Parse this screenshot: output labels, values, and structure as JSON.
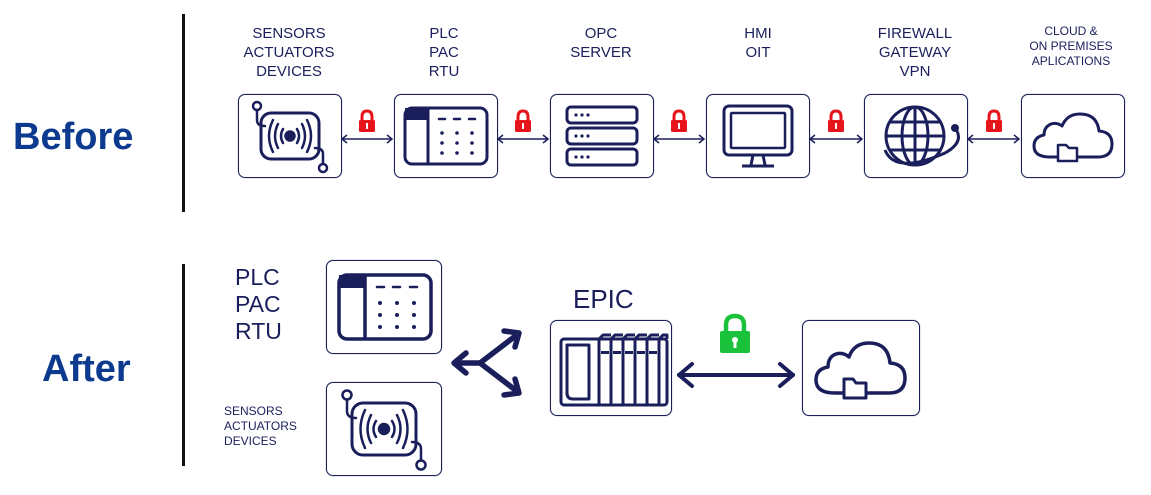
{
  "colors": {
    "navy": "#1a1f5c",
    "blue_label": "#0b3a8f",
    "lock_red": "#e8141c",
    "lock_green": "#19c23a"
  },
  "before": {
    "label": "Before",
    "columns": [
      {
        "lines": [
          "SENSORS",
          "ACTUATORS",
          "DEVICES"
        ],
        "icon": "sensor-icon"
      },
      {
        "lines": [
          "PLC",
          "PAC",
          "RTU"
        ],
        "icon": "plc-icon"
      },
      {
        "lines": [
          "OPC",
          "SERVER"
        ],
        "icon": "server-icon"
      },
      {
        "lines": [
          "HMI",
          "OIT"
        ],
        "icon": "monitor-icon"
      },
      {
        "lines": [
          "FIREWALL",
          "GATEWAY",
          "VPN"
        ],
        "icon": "globe-icon"
      },
      {
        "lines": [
          "CLOUD &",
          "ON PREMISES",
          "APLICATIONS"
        ],
        "icon": "cloud-folder-icon"
      }
    ],
    "link_icon": "red-lock-icon"
  },
  "after": {
    "label": "After",
    "plc_lines": [
      "PLC",
      "PAC",
      "RTU"
    ],
    "sensor_lines": [
      "SENSORS",
      "ACTUATORS",
      "DEVICES"
    ],
    "epic_label": "EPIC",
    "link_icon": "green-lock-icon",
    "icons": [
      "plc-icon",
      "sensor-icon",
      "epic-icon",
      "cloud-folder-icon"
    ]
  }
}
